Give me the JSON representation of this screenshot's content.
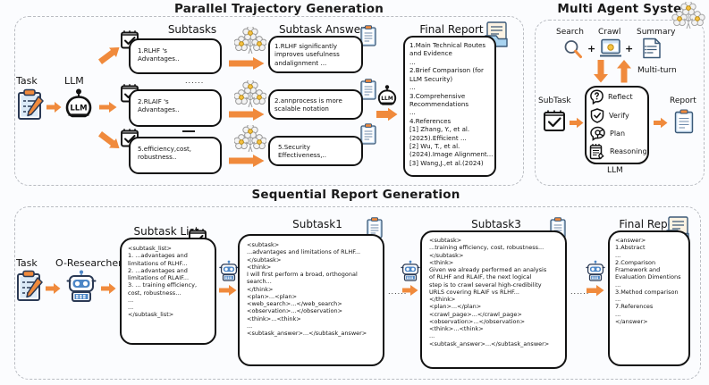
{
  "sections": {
    "parallel": {
      "title": "Parallel Trajectory Generation",
      "task_label": "Task",
      "llm_label": "LLM",
      "col_subtasks": "Subtasks",
      "col_subtask_answer": "Subtask Answer",
      "col_final_report": "Final Report",
      "subtasks": [
        {
          "line1": "1.RLHF  's",
          "line2": "Advantages.."
        },
        {
          "line1": "2.RLAIF  's",
          "line2": "Advantages.."
        },
        {
          "line1": "5.efficiency,cost,",
          "line2": "robustness.."
        }
      ],
      "separators": [
        "......",
        "—"
      ],
      "answers": [
        {
          "lines": [
            "1.RLHF significantly",
            "improves usefulness",
            "andalignment ..."
          ]
        },
        {
          "lines": [
            "2.annprocess is more",
            "scalable notation"
          ]
        },
        {
          "lines": [
            "5.Security",
            "Effectiveness,.."
          ]
        }
      ],
      "final_report_lines": [
        "1.Main Technical Routes",
        "and Evidence",
        "...",
        "2.Brief Comparison (for",
        "LLM Security)",
        "...",
        "3.Comprehensive",
        "Recommendations",
        "...",
        "4.References",
        "[1] Zhang, Y., et al.",
        "(2025).Efficient ...",
        "[2] Wu, T., et al.",
        "(2024).Image Alignment...",
        "[3] Wang,J.,et al.(2024)"
      ]
    },
    "multi_agent": {
      "title": "Multi Agent System",
      "tools": [
        {
          "label": "Search",
          "icon": "magnifier-icon"
        },
        {
          "label": "Crawl",
          "icon": "browser-window-icon"
        },
        {
          "label": "Summary",
          "icon": "document-list-icon"
        }
      ],
      "plus": "+",
      "multi_turn_label": "Multi-turn",
      "subtask_label": "SubTask",
      "report_label": "Report",
      "llm_label": "LLM",
      "capabilities": [
        {
          "label": "Reflect",
          "icon": "question-head-icon"
        },
        {
          "label": "Verify",
          "icon": "shield-check-icon"
        },
        {
          "label": "Plan",
          "icon": "head-gear-icon"
        },
        {
          "label": "Reasoning",
          "icon": "notepad-pencil-icon"
        }
      ]
    },
    "sequential": {
      "title": "Sequential Report Generation",
      "task_label": "Task",
      "researcher_label": "O-Researcher",
      "col_subtask_list": "Subtask List",
      "col_subtask1": "Subtask1",
      "col_subtask3": "Subtask3",
      "col_final_report": "Final Report",
      "ellipsis": "......",
      "subtask_list_lines": [
        "<subtask_list>",
        "1. ...advantages and",
        "limitations of RLHF...",
        "2. ...advantages and",
        "limitations of RLAIF...",
        "3. ... training efficiency,",
        "cost, robustness...",
        "...",
        "...",
        "</subtask_list>"
      ],
      "subtask1_lines": [
        "<subtask>",
        "...advantages and limitations of RLHF...",
        "</subtask>",
        "<think>",
        "I will first perform a broad, orthogonal",
        "search...",
        "</think>",
        "<plan>...<plan>",
        "<web_search>...</web_search>",
        "<observation>...</observation>",
        "<think>...<think>",
        "...",
        "<subtask_answer>...</subtask_answer>"
      ],
      "subtask3_lines": [
        "<subtask>",
        "...training efficiency, cost, robustness...",
        "</subtask>",
        "<think>",
        "Given we already performed an analysis",
        "of RLHF and RLAIF, the next logical",
        "step is to crawl several high-credibility",
        "URLS covering RLAIF vs RLHF...",
        "</think>",
        "<plan>...</plan>",
        "<crawl_page>...</crawl_page>",
        "<observation>...</observation>",
        "<think>...<think>",
        "...",
        "<subtask_answer>...</subtask_answer>"
      ],
      "final_report_lines": [
        "<answer>",
        "1.Abstract",
        "...",
        "2.Comparison",
        "Framework and",
        "Evaluation Dimentions",
        "...",
        "3.Method comparison",
        "...",
        "7.References",
        "...",
        "</answer>"
      ]
    }
  },
  "colors": {
    "accent_orange": "#F08A3C",
    "panel_dash": "#b9bcc2",
    "ink": "#121212",
    "background": "#fbfcfe",
    "icon_blue": "#5b9bd5",
    "icon_dark": "#2b3a55"
  }
}
